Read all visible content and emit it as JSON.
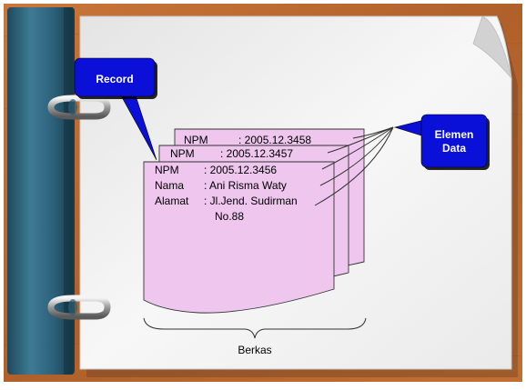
{
  "callouts": {
    "record": "Record",
    "elemen_line1": "Elemen",
    "elemen_line2": "Data"
  },
  "back_card": {
    "npm_label": "NPM",
    "npm_value": ": 2005.12.3458"
  },
  "middle_card": {
    "npm_label": "NPM",
    "npm_value": ": 2005.12.3457"
  },
  "front_card": {
    "rows": [
      {
        "label": "NPM",
        "value": ": 2005.12.3456"
      },
      {
        "label": "Nama",
        "value": ": Ani Risma Waty"
      },
      {
        "label": "Alamat",
        "value": ": Jl.Jend. Sudirman"
      },
      {
        "label": "",
        "value": "No.88"
      }
    ]
  },
  "brace_label": "Berkas",
  "colors": {
    "wood": "#b8642c",
    "binder": "#2c5f78",
    "paper": "#f2f2f2",
    "card": "#eec6ee",
    "callout": "#0a10d8"
  }
}
